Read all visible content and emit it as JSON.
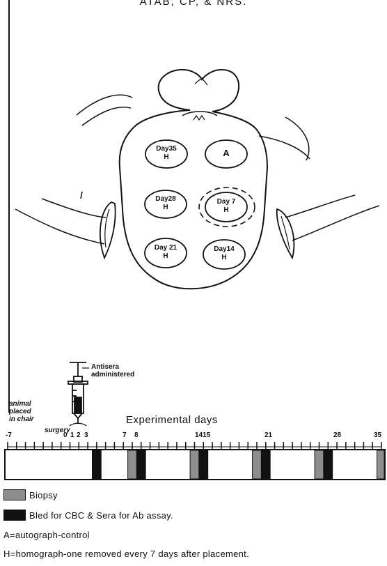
{
  "header": {
    "title": "ATAB,  CP,  &  NRS."
  },
  "diagram": {
    "sites": [
      {
        "line1": "Day35",
        "line2": "H"
      },
      {
        "line1": "A",
        "line2": ""
      },
      {
        "line1": "Day28",
        "line2": "H"
      },
      {
        "line1": "Day 7",
        "line2": "H"
      },
      {
        "line1": "Day 21",
        "line2": "H"
      },
      {
        "line1": "Day14",
        "line2": "H"
      }
    ],
    "syringe_label": [
      "Antisera",
      "administered"
    ],
    "animal_label": [
      "animal",
      "placed",
      "in chair"
    ],
    "surgery_label": "surgery"
  },
  "timeline": {
    "title": "Experimental days",
    "day_labels": [
      "-7",
      "0",
      "1",
      "2",
      "3",
      "7",
      "8",
      "1415",
      "21",
      "28",
      "35"
    ],
    "biopsy_days": [
      7,
      14,
      21,
      28,
      35
    ],
    "bled_days": [
      3,
      8,
      15,
      22,
      29
    ]
  },
  "legend": {
    "biopsy": "Biopsy",
    "bled": "Bled for CBC & Sera for Ab assay.",
    "a_def": "A=autograph-control",
    "h_def": "H=homograph-one removed every 7 days after placement."
  },
  "colors": {
    "biopsy": "#8e8e8e",
    "bled": "#111111",
    "ink": "#111111"
  }
}
